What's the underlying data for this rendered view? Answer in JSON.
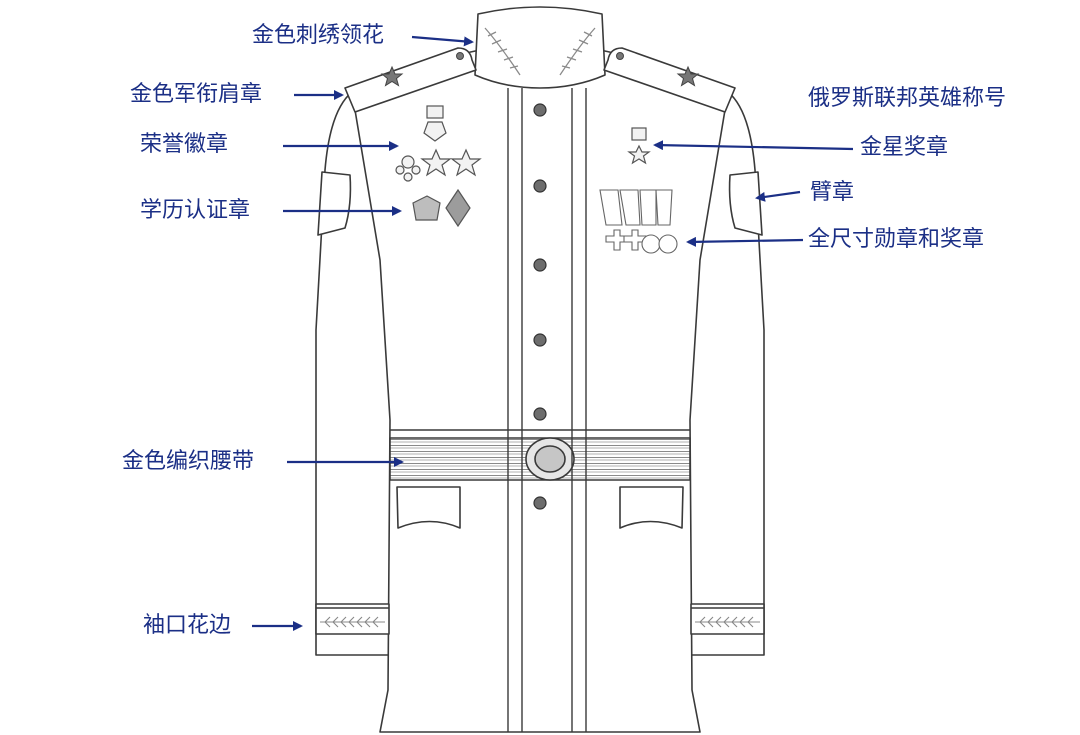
{
  "labels": {
    "collar_embroidery": "金色刺绣领花",
    "shoulder_boards": "金色军衔肩章",
    "honor_badges": "荣誉徽章",
    "education_badges": "学历认证章",
    "gold_belt": "金色编织腰带",
    "cuff_lace": "袖口花边",
    "hero_title": "俄罗斯联邦英雄称号",
    "gold_star": "金星奖章",
    "sleeve_patch": "臂章",
    "medals": "全尺寸勋章和奖章"
  },
  "colors": {
    "label_text": "#1b2f86",
    "arrow": "#1b2f86",
    "outline": "#3a3a3a",
    "fill": "#ffffff",
    "metal": "#9a9a9a"
  }
}
